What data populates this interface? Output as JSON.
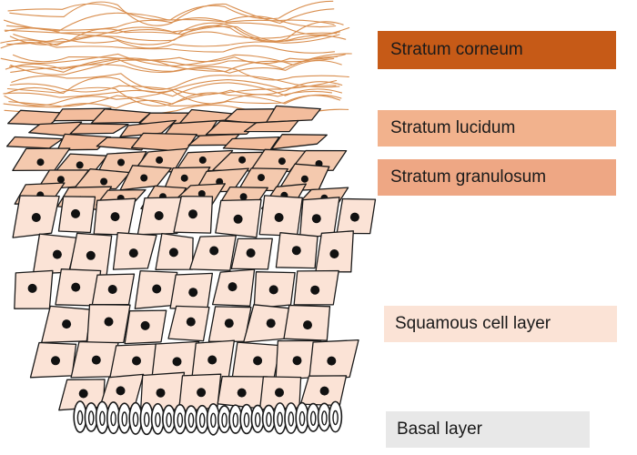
{
  "diagram": {
    "labels": [
      {
        "key": "corneum",
        "text": "Stratum corneum",
        "color": "#c65a17"
      },
      {
        "key": "lucidum",
        "text": "Stratum lucidum",
        "color": "#f2b28d"
      },
      {
        "key": "granulosum",
        "text": "Stratum granulosum",
        "color": "#eea784"
      },
      {
        "key": "squamous",
        "text": "Squamous cell layer",
        "color": "#fbe3d6"
      },
      {
        "key": "basal",
        "text": "Basal layer",
        "color": "#e8e8e8"
      }
    ],
    "colors": {
      "fiber": "#d98e4e",
      "flat_cell": "#f3bd9d",
      "granular_cell": "#f4c9ae",
      "spinous_cell": "#fbe3d6",
      "outline": "#1a1a1a",
      "nucleus": "#111111",
      "basal_cell": "#ffffff"
    }
  }
}
